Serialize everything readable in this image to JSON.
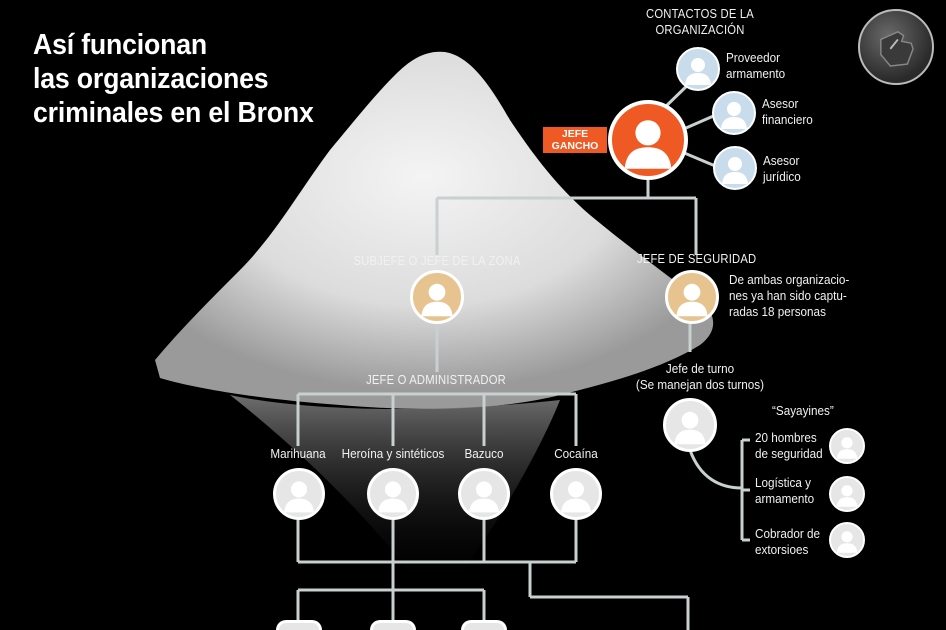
{
  "title": {
    "line1": "Así funcionan",
    "line2": "las organizaciones",
    "line3": "criminales en el Bronx"
  },
  "contacts": {
    "header_line1": "CONTACTOS DE LA",
    "header_line2": "ORGANIZACIÓN",
    "items": [
      {
        "line1": "Proveedor",
        "line2": "armamento"
      },
      {
        "line1": "Asesor",
        "line2": "financiero"
      },
      {
        "line1": "Asesor",
        "line2": "jurídico"
      }
    ]
  },
  "boss": {
    "line1": "JEFE",
    "line2": "GANCHO"
  },
  "subboss": {
    "label": "SUBJEFE O JEFE DE LA ZONA"
  },
  "security": {
    "label": "JEFE DE SEGURIDAD",
    "note_line1": "De ambas organizacio-",
    "note_line2": "nes ya han sido captu-",
    "note_line3": "radas 18 personas"
  },
  "shift": {
    "line1": "Jefe de turno",
    "line2": "(Se manejan dos turnos)"
  },
  "sayayines": {
    "label": "“Sayayines”",
    "items": [
      {
        "line1": "20 hombres",
        "line2": "de seguridad"
      },
      {
        "line1": "Logística y",
        "line2": "armamento"
      },
      {
        "line1": "Cobrador de",
        "line2": "extorsioes"
      }
    ]
  },
  "admin": {
    "label": "JEFE O ADMINISTRADOR"
  },
  "drugs": [
    {
      "label": "Marihuana"
    },
    {
      "label": "Heroína y sintéticos"
    },
    {
      "label": "Bazuco"
    },
    {
      "label": "Cocaína"
    }
  ],
  "colors": {
    "background": "#000000",
    "line": "#c8d0d0",
    "boss": "#ef5a24",
    "contact": "#c9dcec",
    "manager": "#e7c48f",
    "member": "#e6e6e6"
  },
  "icons": {
    "person": "person-silhouette-icon",
    "nav": "pointing-hand-icon"
  }
}
